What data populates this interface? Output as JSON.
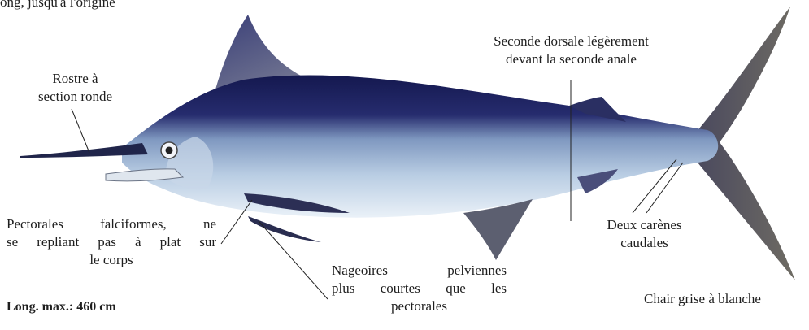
{
  "top_partial_text": "ong, jusqu'a l'origine",
  "labels": {
    "rostre": [
      "Rostre à",
      "section ronde"
    ],
    "seconde_dorsale": [
      "Seconde dorsale légèrement",
      "devant la seconde anale"
    ],
    "pectorales": [
      "Pectorales falciformes, ne",
      "se repliant pas à plat sur",
      "le corps"
    ],
    "pelviennes": [
      "Nageoires pelviennes",
      "plus courtes que les",
      "pectorales"
    ],
    "carenes": [
      "Deux carènes",
      "caudales"
    ],
    "chair": "Chair grise à blanche",
    "long_max": "Long. max.: 460 cm"
  },
  "colors": {
    "back": "#1b2060",
    "flank": "#9fb7d4",
    "belly": "#e3ecf5",
    "fins": "#6a6d82"
  }
}
